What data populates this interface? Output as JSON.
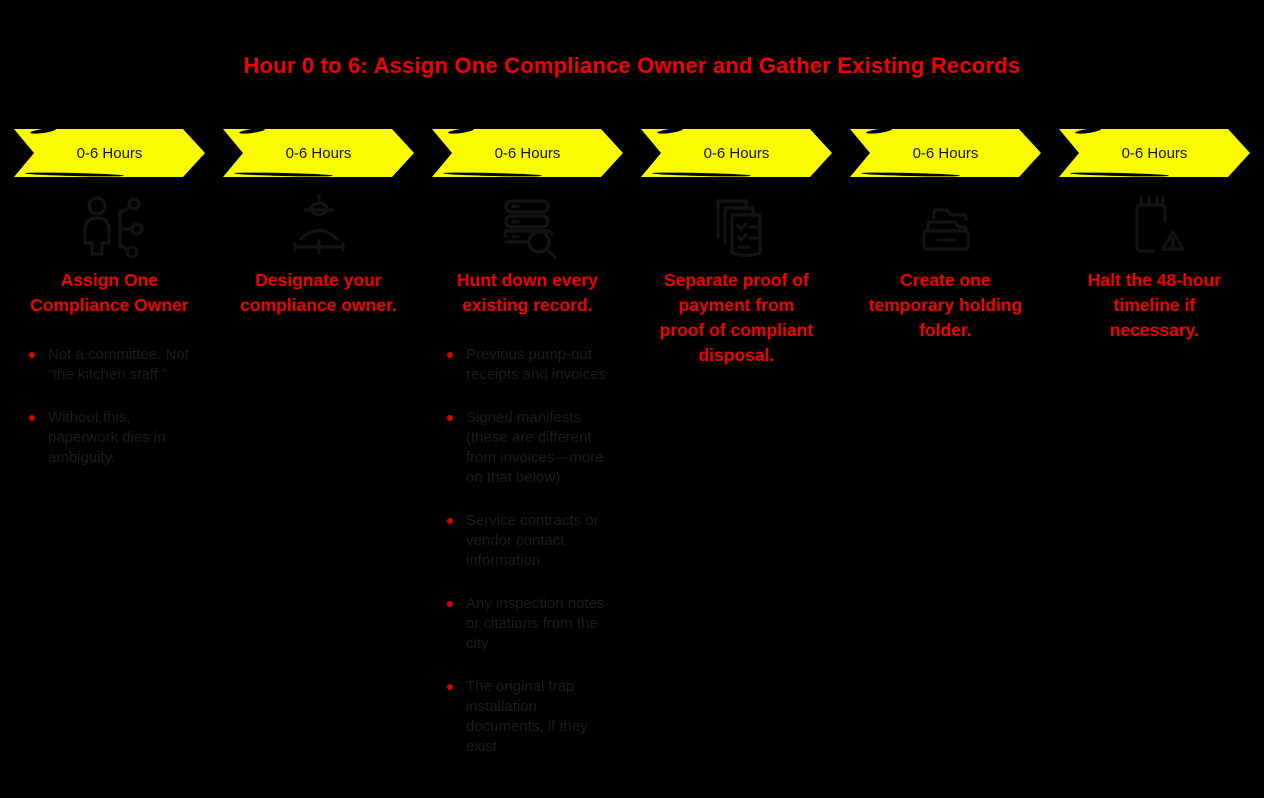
{
  "title": "Hour 0 to 6: Assign One Compliance Owner and Gather Existing Records",
  "colors": {
    "background": "#000000",
    "title_red": "#f40000",
    "ribbon_yellow": "#fbfb00",
    "ribbon_text": "#141414",
    "bullet_text": "#1b1b1d",
    "bullet_marker": "#d80000",
    "icon_stroke": "#131316"
  },
  "columns": [
    {
      "ribbon_label": "0-6 Hours",
      "icon": "person-network-icon",
      "heading": "Assign One Compliance Owner",
      "bullets": [
        "Not a committee. Not “the kitchen staff.”",
        "Without this, paperwork dies in ambiguity."
      ]
    },
    {
      "ribbon_label": "0-6 Hours",
      "icon": "engineer-icon",
      "heading": "Designate your compliance owner.",
      "bullets": []
    },
    {
      "ribbon_label": "0-6 Hours",
      "icon": "server-search-icon",
      "heading": "Hunt down every existing record.",
      "bullets": [
        "Previous pump-out receipts and invoices",
        "Signed manifests (these are different from invoices—more on that below)",
        "Service contracts or vendor contact information",
        "Any inspection notes or citations from the city",
        "The original trap installation documents, if they exist"
      ]
    },
    {
      "ribbon_label": "0-6 Hours",
      "icon": "documents-checklist-icon",
      "heading": "Separate proof of payment from proof of compliant disposal.",
      "bullets": []
    },
    {
      "ribbon_label": "0-6 Hours",
      "icon": "archive-folder-icon",
      "heading": "Create one temporary holding folder.",
      "bullets": []
    },
    {
      "ribbon_label": "0-6 Hours",
      "icon": "clipboard-warning-icon",
      "heading": "Halt the 48-hour timeline if necessary.",
      "bullets": []
    }
  ]
}
